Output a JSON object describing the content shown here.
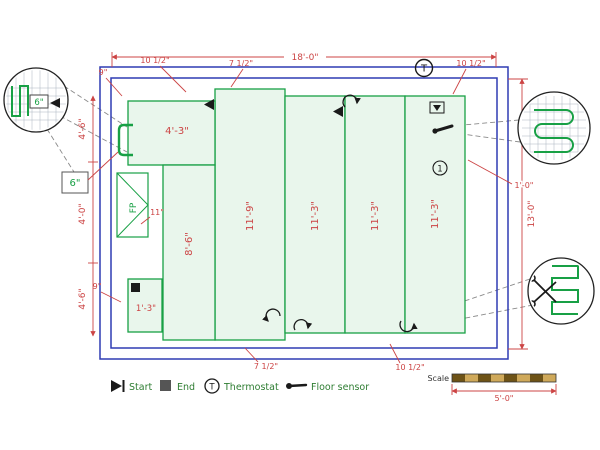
{
  "colors": {
    "wall": "#2f3bb3",
    "mat_stroke": "#18a045",
    "mat_fill": "#e9f6ec",
    "dimension": "#cc4444",
    "symbol": "#1a1a1a",
    "legend_text": "#2e7d32",
    "scale_dark": "#6e5317",
    "scale_light": "#cfa95a"
  },
  "dimensions": {
    "total_width": "18'-0\"",
    "total_height": "13'-0\"",
    "top_left": "10 1/2\"",
    "top_mid": "7 1/2\"",
    "top_right": "10 1/2\"",
    "bottom_left": "7 1/2\"",
    "bottom_right": "10 1/2\"",
    "left_upper": "4'-6\"",
    "left_middle": "4'-0\"",
    "left_lower": "4'-6\"",
    "offset_top": "9\"",
    "offset_bottom": "9\"",
    "right_offset": "1'-0\"",
    "fp_offset": "11\"",
    "scale_length": "5'-0\""
  },
  "mats": {
    "mat1": "4'-3\"",
    "mat2": "8'-6\"",
    "mat3": "11'-9\"",
    "mat4": "11'-3\"",
    "mat5": "11'-3\"",
    "mat6": "11'-3\"",
    "mat7": "1'-3\""
  },
  "labels": {
    "fireplace": "FP",
    "six_inch": "6\"",
    "detail_six_inch": "6\"",
    "thermostat_symbol": "T",
    "callout_number": "1",
    "scale": "Scale"
  },
  "legend": {
    "start": "Start",
    "end": "End",
    "thermostat": "Thermostat",
    "floor_sensor": "Floor sensor"
  }
}
